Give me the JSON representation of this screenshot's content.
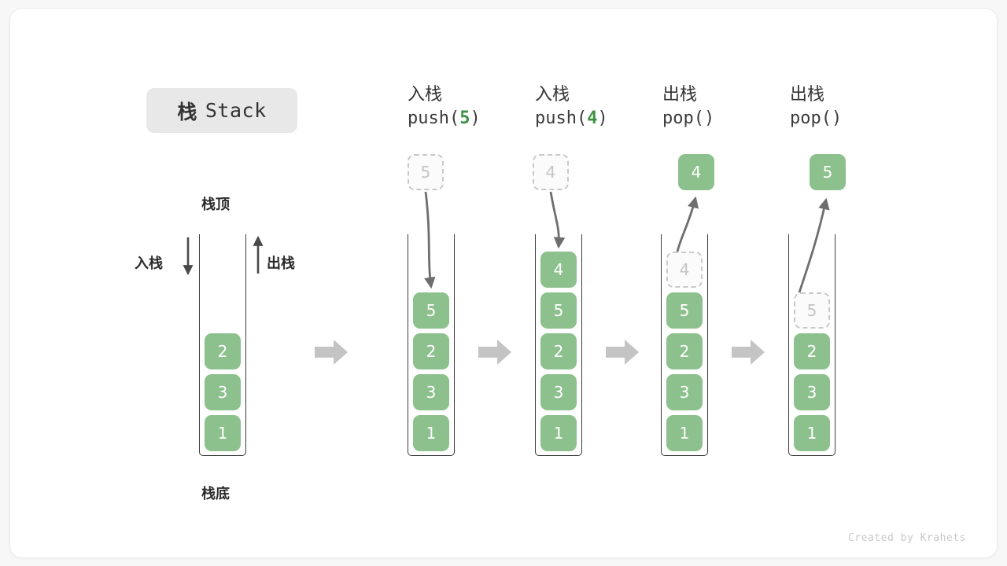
{
  "figure": {
    "title_cjk": "栈",
    "title_latin": "Stack",
    "watermark": "Created by Krahets",
    "accent_green": "#8cc08c",
    "arg_green": "#3e9144",
    "ghost_gray": "#c4c4c4",
    "outline_gray": "#3c3c3c",
    "block_arrow_gray": "#c4c4c4"
  },
  "annotations": {
    "top": "栈顶",
    "bottom": "栈底",
    "push_side": "入栈",
    "pop_side": "出栈"
  },
  "initial_stack": {
    "values": [
      "2",
      "3",
      "1"
    ]
  },
  "steps": [
    {
      "id": "push-5",
      "label_cjk": "入栈",
      "code_prefix": "push(",
      "code_arg": "5",
      "code_suffix": ")",
      "floating_value": "5",
      "floating_kind": "ghost",
      "stack_values": [
        "5",
        "2",
        "3",
        "1"
      ],
      "ghost_index": -1
    },
    {
      "id": "push-4",
      "label_cjk": "入栈",
      "code_prefix": "push(",
      "code_arg": "4",
      "code_suffix": ")",
      "floating_value": "4",
      "floating_kind": "ghost",
      "stack_values": [
        "4",
        "5",
        "2",
        "3",
        "1"
      ],
      "ghost_index": -1
    },
    {
      "id": "pop-1",
      "label_cjk": "出栈",
      "code_prefix": "pop(",
      "code_arg": "",
      "code_suffix": ")",
      "floating_value": "4",
      "floating_kind": "solid",
      "stack_values": [
        "4",
        "5",
        "2",
        "3",
        "1"
      ],
      "ghost_index": 0
    },
    {
      "id": "pop-2",
      "label_cjk": "出栈",
      "code_prefix": "pop(",
      "code_arg": "",
      "code_suffix": ")",
      "floating_value": "5",
      "floating_kind": "solid",
      "stack_values": [
        "5",
        "2",
        "3",
        "1"
      ],
      "ghost_index": 0
    }
  ]
}
